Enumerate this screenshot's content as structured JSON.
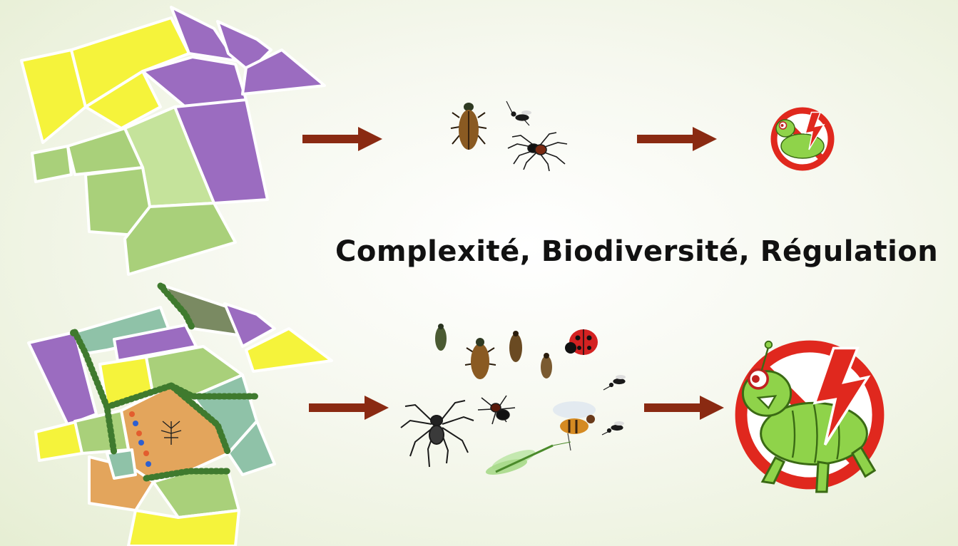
{
  "title": "Complexité, Biodiversité, Régulation",
  "colors": {
    "background": "#f3f6ea",
    "crop_yellow": "#f5f33b",
    "crop_purple": "#9b6cc0",
    "grass_light": "#a9d07a",
    "grass_pale": "#c5e39b",
    "meadow_teal": "#8fc2a8",
    "orange_field": "#e3a55c",
    "olive_field": "#7a8a62",
    "hedge_green": "#3f7a2e",
    "arrow": "#8a2a12",
    "pest_green": "#8fd34a",
    "stop_red": "#e0281e"
  },
  "rows": [
    {
      "name": "simple-landscape",
      "landscape": "simple",
      "natural_enemies": [
        "ground-beetle",
        "parasitoid-wasp",
        "spider"
      ],
      "regulation_level": "small"
    },
    {
      "name": "complex-landscape",
      "landscape": "complex-with-hedgerows",
      "natural_enemies": [
        "ground-beetle",
        "ground-beetle",
        "ground-beetle",
        "ground-beetle",
        "ladybird",
        "parasitoid-wasp",
        "spider",
        "wolf-spider",
        "hoverfly",
        "parasitoid-wasp",
        "lacewing"
      ],
      "regulation_level": "large"
    }
  ]
}
